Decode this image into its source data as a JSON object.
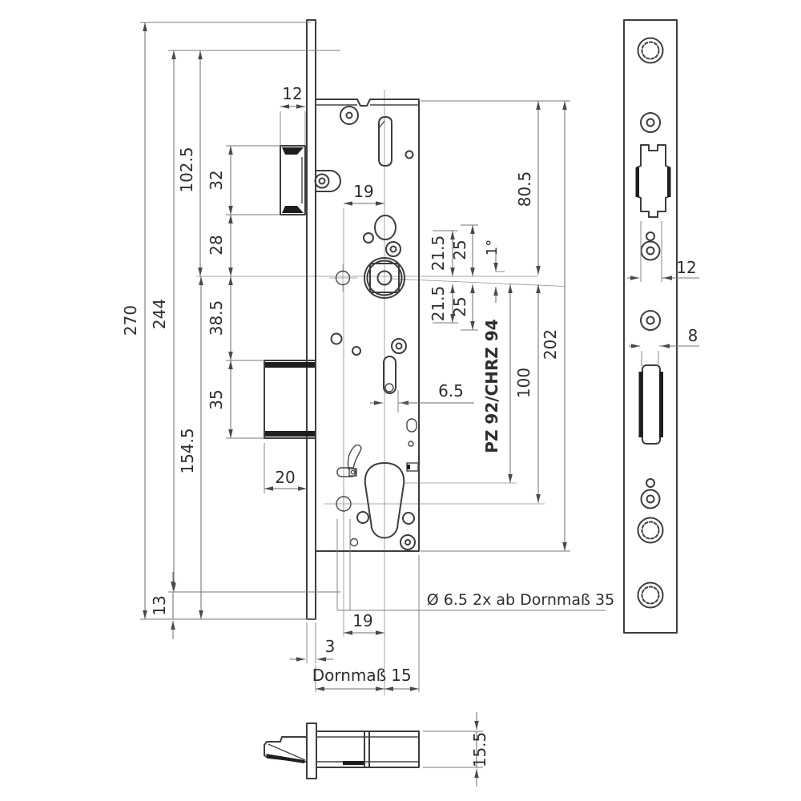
{
  "drawing": {
    "labels": {
      "type_code": "PZ 92/CHRZ 94",
      "hole_note": "Ø 6.5 2x ab Dornmaß 35",
      "backset": "Dornmaß"
    },
    "main_view": {
      "d270": "270",
      "d244": "244",
      "d102_5": "102.5",
      "d154_5": "154.5",
      "d32": "32",
      "d28": "28",
      "d38_5": "38.5",
      "d35": "35",
      "d13": "13",
      "d12": "12",
      "d19_top": "19",
      "d21_5_upper": "21.5",
      "d25_upper": "25",
      "d1deg": "1°",
      "d21_5_lower": "21.5",
      "d25_lower": "25",
      "d80_5": "80.5",
      "d202": "202",
      "d100": "100",
      "d6_5": "6.5",
      "d20": "20",
      "d19_bottom": "19",
      "d3": "3",
      "d15": "15"
    },
    "faceplate_view": {
      "d12": "12",
      "d8": "8"
    },
    "bottom_view": {
      "d15_5": "15.5"
    }
  }
}
